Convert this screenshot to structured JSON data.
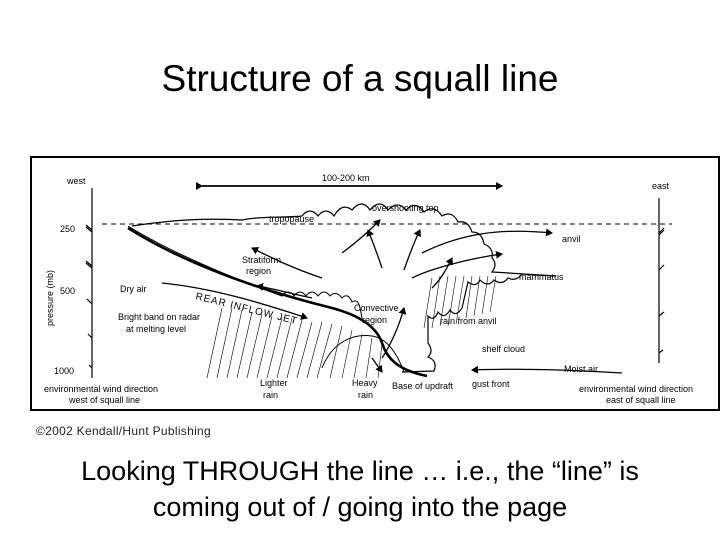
{
  "slide": {
    "title": "Structure of a squall line",
    "caption_line1": "Looking THROUGH the line … i.e., the “line” is",
    "caption_line2": "coming out of / going into the page"
  },
  "figure": {
    "credit": "©2002 Kendall/Hunt Publishing",
    "labels": {
      "west": "west",
      "east": "east",
      "scale": "100-200 km",
      "p250": "250",
      "p500": "500",
      "p1000": "1000",
      "pressure_axis": "pressure (mb)",
      "tropopause": "tropopause",
      "overshooting_top": "overshooting top",
      "anvil": "anvil",
      "stratiform_region_1": "Stratiform",
      "stratiform_region_2": "region",
      "mammatus": "mammatus",
      "dry_air": "Dry air",
      "rear_inflow_jet": "REAR INFLOW JET",
      "convective_region_1": "Convective",
      "convective_region_2": "region",
      "bright_band_1": "Bright band on radar",
      "bright_band_2": "at melting level",
      "rain_from_anvil": "rain from anvil",
      "shelf_cloud": "shelf cloud",
      "moist_air": "Moist air",
      "env_wind_west_1": "environmental wind direction",
      "env_wind_west_2": "west of squall line",
      "lighter_rain_1": "Lighter",
      "lighter_rain_2": "rain",
      "heavy_rain_1": "Heavy",
      "heavy_rain_2": "rain",
      "base_of_updraft": "Base of updraft",
      "gust_front": "gust front",
      "env_wind_east_1": "environmental wind direction",
      "env_wind_east_2": "east of squall line"
    }
  }
}
